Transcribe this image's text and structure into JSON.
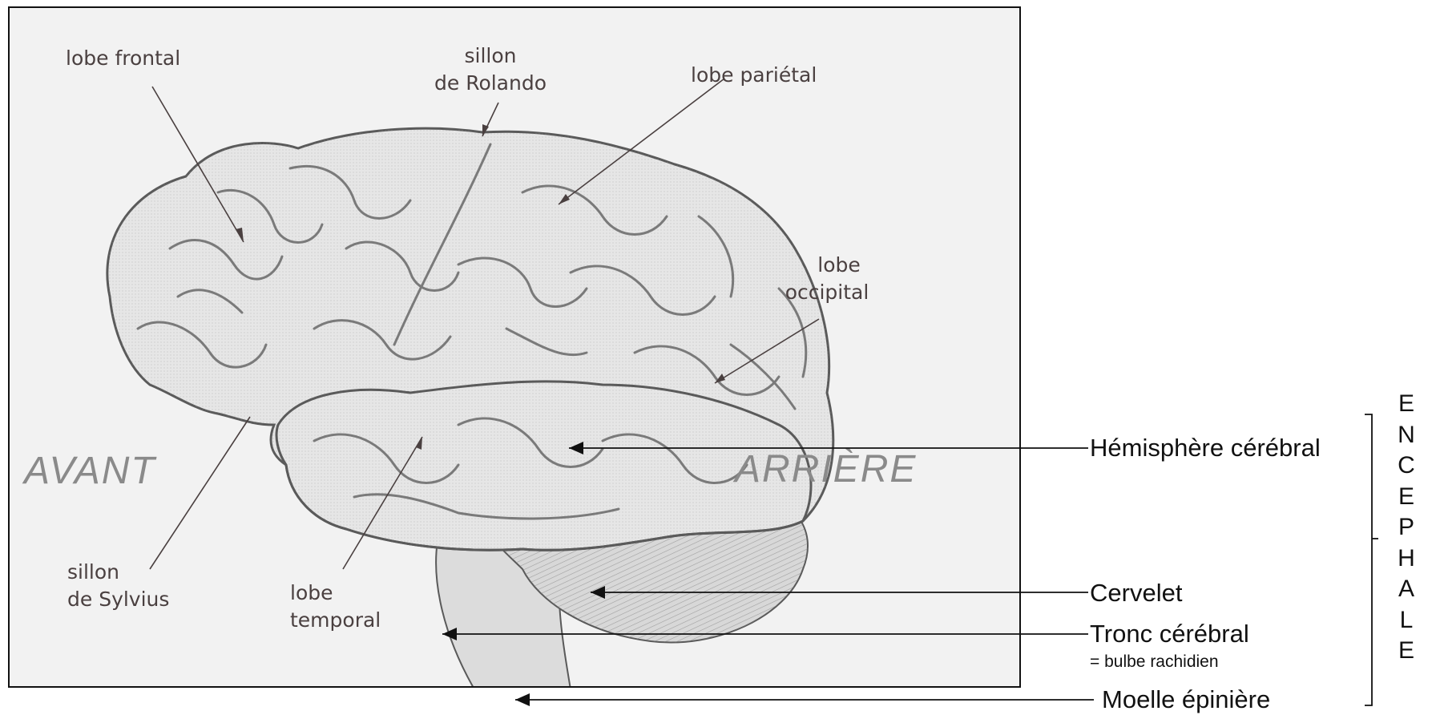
{
  "figure": {
    "labels": {
      "lobe_frontal": "lobe frontal",
      "sillon_rolando_1": "sillon",
      "sillon_rolando_2": "de Rolando",
      "lobe_parietal": "lobe pariétal",
      "lobe_occipital_1": "lobe",
      "lobe_occipital_2": "occipital",
      "avant": "AVANT",
      "arriere": "ARRIÈRE",
      "sillon_sylvius_1": "sillon",
      "sillon_sylvius_2": "de Sylvius",
      "lobe_temporal_1": "lobe",
      "lobe_temporal_2": "temporal"
    }
  },
  "annotations": {
    "hemisphere": "Hémisphère cérébral",
    "cervelet": "Cervelet",
    "tronc": "Tronc cérébral",
    "bulbe": "= bulbe rachidien",
    "moelle": "Moelle épinière"
  },
  "vertical_word": [
    "E",
    "N",
    "C",
    "E",
    "P",
    "H",
    "A",
    "L",
    "E"
  ],
  "colors": {
    "brain_fill": "#e6e6e6",
    "brain_stroke": "#5a5a5a",
    "fold": "#7a7a7a",
    "label_text": "#4a4040",
    "direction_text": "#8a8a8a"
  }
}
